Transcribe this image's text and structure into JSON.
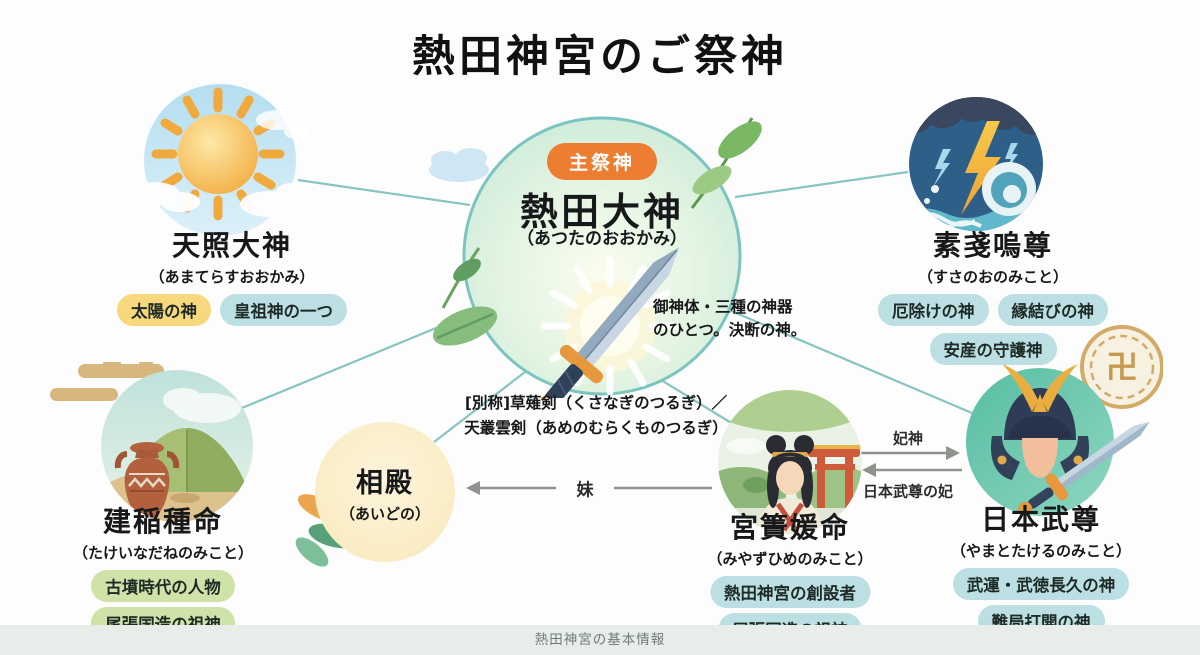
{
  "title": "熱田神宮のご祭神",
  "center": {
    "badge": "主祭神",
    "name": "熱田大神",
    "reading": "（あつたのおおかみ）",
    "icon": "sword-icon",
    "note": [
      "御神体・三種の神器",
      "のひとつ。決断の神。"
    ],
    "alias": [
      "[別称]草薙剣（くさなぎのつるぎ）／",
      "天叢雲剣（あめのむらくものつるぎ）"
    ]
  },
  "deities": {
    "amaterasu": {
      "name": "天照大神",
      "reading": "（あまてらすおおかみ）",
      "icon": "sun-icon",
      "tags": [
        {
          "label": "太陽の神",
          "color": "#F7D87D"
        },
        {
          "label": "皇祖神の一つ",
          "color": "#BCDFE4"
        }
      ]
    },
    "susanoo": {
      "name": "素戔嗚尊",
      "reading": "（すさのおのみこと）",
      "icon": "storm-icon",
      "tags": [
        {
          "label": "厄除けの神",
          "color": "#BCDFE4"
        },
        {
          "label": "縁結びの神",
          "color": "#BCDFE4"
        },
        {
          "label": "安産の守護神",
          "color": "#BCDFE4"
        }
      ]
    },
    "takeinadane": {
      "name": "建稲種命",
      "reading": "（たけいなだねのみこと）",
      "icon": "kofun-pottery-icon",
      "tags": [
        {
          "label": "古墳時代の人物",
          "color": "#CFE3A9"
        },
        {
          "label": "尾張国造の祖神",
          "color": "#CFE3A9"
        }
      ]
    },
    "aidono": {
      "name": "相殿",
      "reading": "（あいどの）"
    },
    "miyazuhime": {
      "name": "宮簀媛命",
      "reading": "（みやずひめのみこと）",
      "icon": "shrine-maiden-icon",
      "tags": [
        {
          "label": "熱田神宮の創設者",
          "color": "#BCDFE4"
        },
        {
          "label": "尾張国造の祖神",
          "color": "#BCDFE4"
        }
      ]
    },
    "yamatotakeru": {
      "name": "日本武尊",
      "reading": "（やまとたけるのみこと）",
      "icon": "samurai-helmet-icon",
      "emblem": "卍",
      "tags": [
        {
          "label": "武運・武徳長久の神",
          "color": "#BCDFE4"
        },
        {
          "label": "難局打開の神",
          "color": "#BCDFE4"
        }
      ]
    }
  },
  "relations": {
    "miyazuhime_to_aidono": "妹",
    "miyazuhime_to_yamatotakeru": "妃神",
    "yamatotakeru_to_miyazuhime": "日本武尊の妃"
  },
  "footer": {
    "label": "熱田神宮の基本情報"
  },
  "colors": {
    "badge_orange": "#ED7D31",
    "tag_yellow": "#F7D87D",
    "tag_blue": "#BCDFE4",
    "tag_green": "#CFE3A9",
    "line_teal": "#88C4C2",
    "arrow_gray": "#8D938D",
    "footer_bg": "#E9EDEA"
  }
}
